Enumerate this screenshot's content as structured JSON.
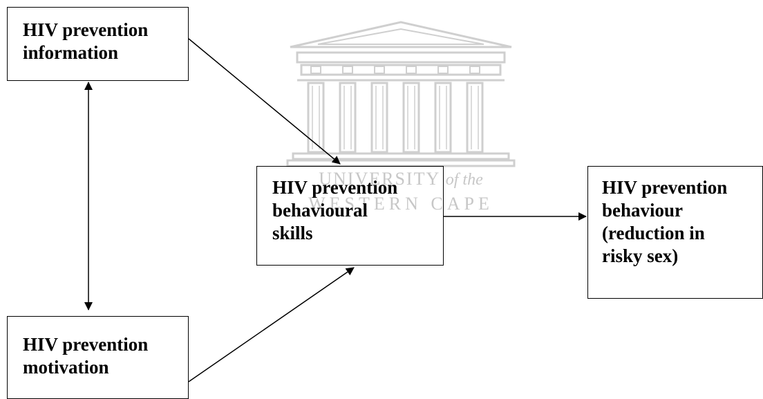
{
  "diagram": {
    "nodes": {
      "information": {
        "label": "HIV prevention\ninformation"
      },
      "motivation": {
        "label": "HIV prevention\nmotivation"
      },
      "skills": {
        "label": "HIV prevention\nbehavioural\nskills"
      },
      "behaviour": {
        "label": "HIV prevention\nbehaviour\n(reduction in\nrisky sex)"
      }
    },
    "edges": [
      {
        "from": "information",
        "to": "motivation",
        "bidirectional": true
      },
      {
        "from": "information",
        "to": "skills",
        "bidirectional": false
      },
      {
        "from": "motivation",
        "to": "skills",
        "bidirectional": false
      },
      {
        "from": "skills",
        "to": "behaviour",
        "bidirectional": false
      }
    ]
  },
  "watermark": {
    "line1": "UNIVERSITY",
    "line1_suffix": "of the",
    "line2": "WESTERN CAPE",
    "color": "#c7c7c7"
  },
  "colors": {
    "box_border": "#000000",
    "arrow": "#000000",
    "text": "#000000",
    "background": "#ffffff"
  }
}
